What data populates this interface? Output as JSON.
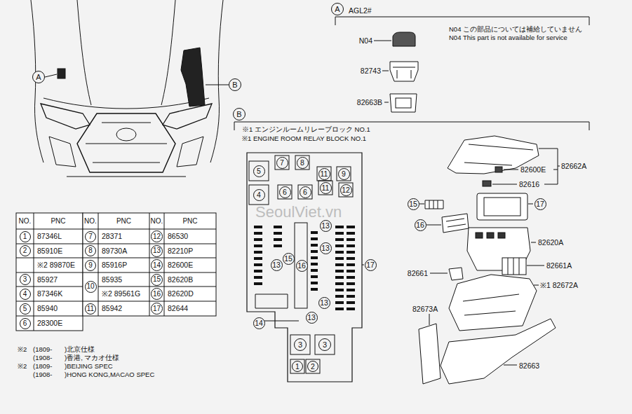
{
  "diagram": {
    "nodes": [
      {
        "text": [
          "A"
        ]
      },
      {
        "text": [
          "B"
        ]
      },
      {
        "text": [
          "A"
        ]
      },
      {
        "text": [
          "B"
        ]
      },
      {
        "text": [
          "5"
        ]
      },
      {
        "text": [
          "7"
        ]
      },
      {
        "text": [
          "8"
        ]
      },
      {
        "text": [
          "11"
        ]
      },
      {
        "text": [
          "9"
        ]
      },
      {
        "text": [
          "4"
        ]
      },
      {
        "text": [
          "6"
        ]
      },
      {
        "text": [
          "6"
        ]
      },
      {
        "text": [
          "11"
        ]
      },
      {
        "text": [
          "12"
        ]
      },
      {
        "text": [
          "13"
        ]
      },
      {
        "text": [
          "13"
        ]
      },
      {
        "text": [
          "15"
        ]
      },
      {
        "text": [
          "16"
        ]
      },
      {
        "text": [
          "13"
        ]
      },
      {
        "text": [
          "13"
        ]
      },
      {
        "text": [
          "13"
        ]
      },
      {
        "text": [
          "3"
        ]
      },
      {
        "text": [
          "3"
        ]
      },
      {
        "text": [
          "1"
        ]
      },
      {
        "text": [
          "2"
        ]
      },
      {
        "text": [
          "17"
        ]
      },
      {
        "text": [
          "14"
        ]
      },
      {
        "text": [
          "15"
        ]
      },
      {
        "text": [
          "17"
        ]
      },
      {
        "text": [
          "16"
        ]
      },
      {
        "text": [
          "1"
        ]
      },
      {
        "text": [
          "2"
        ]
      },
      {
        "text": [
          "3"
        ]
      },
      {
        "text": [
          "4"
        ]
      },
      {
        "text": [
          "5"
        ]
      },
      {
        "text": [
          "6"
        ]
      },
      {
        "text": [
          "7"
        ]
      },
      {
        "text": [
          "8"
        ]
      },
      {
        "text": [
          "9"
        ]
      },
      {
        "text": [
          "10"
        ]
      },
      {
        "text": [
          "11"
        ]
      },
      {
        "text": [
          "12"
        ]
      },
      {
        "text": [
          "13"
        ]
      },
      {
        "text": [
          "14"
        ]
      },
      {
        "text": [
          "15"
        ]
      },
      {
        "text": [
          "16"
        ]
      },
      {
        "text": [
          "17"
        ]
      }
    ],
    "labels": [
      "AGL2#",
      "N04 この部品については補給していません",
      "N04 This part is not available for service",
      "N04",
      "82743",
      "82663B",
      "※1 エンジンルームリレーブロック NO.1",
      "※1 ENGINE ROOM RELAY BLOCK NO.1",
      "82662A",
      "82600E",
      "82616",
      "82620A",
      "82661A",
      "82661",
      "※1 82672A",
      "82673A",
      "82663",
      "NO.",
      "PNC",
      "NO.",
      "PNC",
      "NO.",
      "PNC",
      "87346L",
      "85910E",
      "※2 89870E",
      "85927",
      "87346K",
      "85940",
      "28300E",
      "28371",
      "89730A",
      "85916P",
      "85935",
      "※2 89561G",
      "85942",
      "86530",
      "82210P",
      "82600E",
      "82620B",
      "82620D",
      "82644",
      "※2",
      "(1809-",
      ")北京仕様",
      "(1908-",
      ")香港, マカオ仕様",
      "※2",
      "(1809-",
      ")BEIJING SPEC",
      "(1908-",
      ")HONG KONG,MACAO SPEC",
      "SeoulViet.vn"
    ]
  }
}
